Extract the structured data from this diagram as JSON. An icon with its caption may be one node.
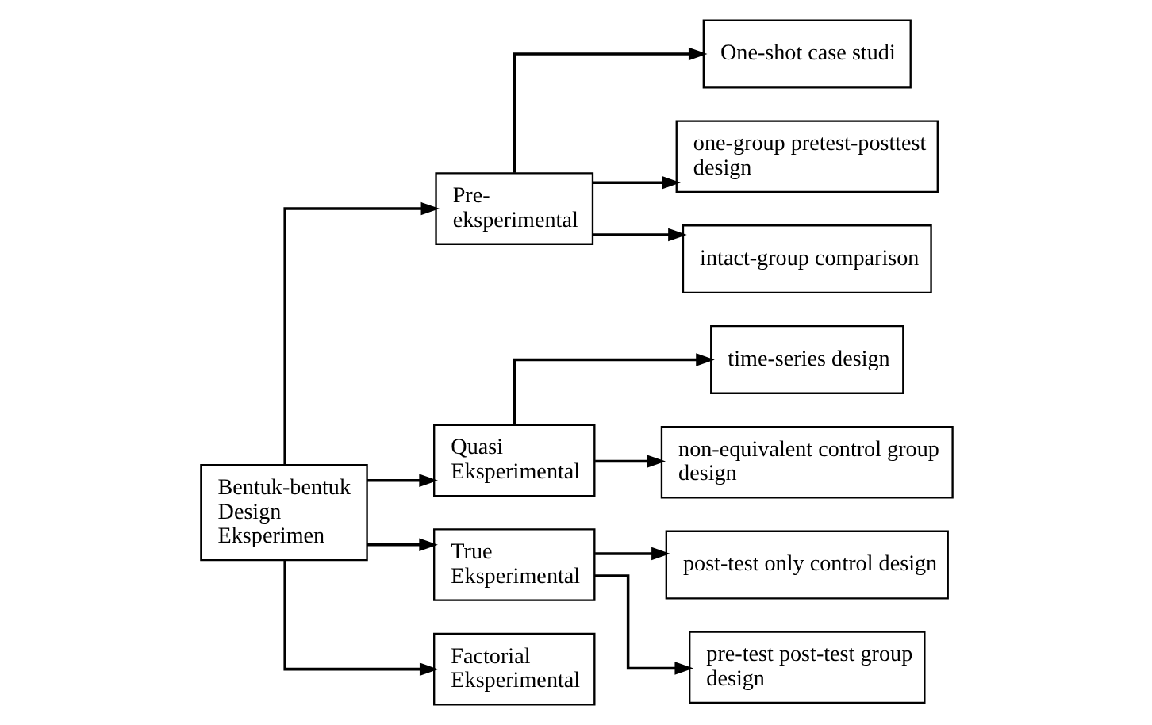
{
  "diagram": {
    "nodes": [
      {
        "text": [
          "Bentuk-bentuk Design Eksperimen"
        ]
      },
      {
        "text": [
          "Pre- eksperimental"
        ]
      },
      {
        "text": [
          "Quasi Eksperimental"
        ]
      },
      {
        "text": [
          "True Eksperimental"
        ]
      },
      {
        "text": [
          "Factorial Eksperimental"
        ]
      },
      {
        "text": [
          "One-shot case studi"
        ]
      },
      {
        "text": [
          "one-group pretest-posttest design"
        ]
      },
      {
        "text": [
          "intact-group comparison"
        ]
      },
      {
        "text": [
          "time-series design"
        ]
      },
      {
        "text": [
          "non-equivalent control group design"
        ]
      },
      {
        "text": [
          "post-test only control design"
        ]
      },
      {
        "text": [
          "pre-test post-test group design"
        ]
      }
    ],
    "edges": [
      {
        "from": 0,
        "to": 1,
        "arrow": "to"
      },
      {
        "from": 0,
        "to": 2,
        "arrow": "to"
      },
      {
        "from": 0,
        "to": 3,
        "arrow": "to"
      },
      {
        "from": 0,
        "to": 4,
        "arrow": "to"
      },
      {
        "from": 1,
        "to": 5,
        "arrow": "to"
      },
      {
        "from": 1,
        "to": 6,
        "arrow": "to"
      },
      {
        "from": 1,
        "to": 7,
        "arrow": "to"
      },
      {
        "from": 2,
        "to": 8,
        "arrow": "to"
      },
      {
        "from": 2,
        "to": 9,
        "arrow": "to"
      },
      {
        "from": 3,
        "to": 10,
        "arrow": "to"
      },
      {
        "from": 3,
        "to": 11,
        "arrow": "to"
      }
    ]
  }
}
